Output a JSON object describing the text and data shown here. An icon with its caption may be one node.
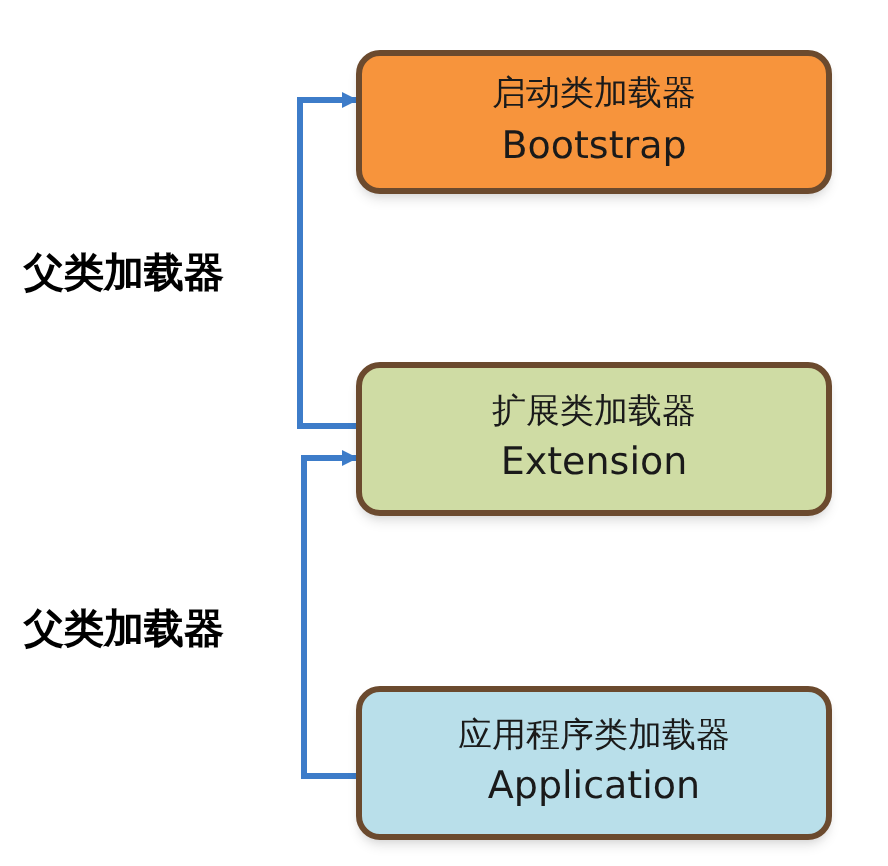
{
  "diagram": {
    "nodes": [
      {
        "text": [
          "启动类加载器",
          "Bootstrap"
        ]
      },
      {
        "text": [
          "扩展类加载器",
          "Extension"
        ]
      },
      {
        "text": [
          "应用程序类加载器",
          "Application"
        ]
      }
    ],
    "edges": [
      {
        "from": 1,
        "to": 0,
        "arrow": "to",
        "label": "父类加载器"
      },
      {
        "from": 2,
        "to": 1,
        "arrow": "to",
        "label": "父类加载器"
      }
    ]
  }
}
